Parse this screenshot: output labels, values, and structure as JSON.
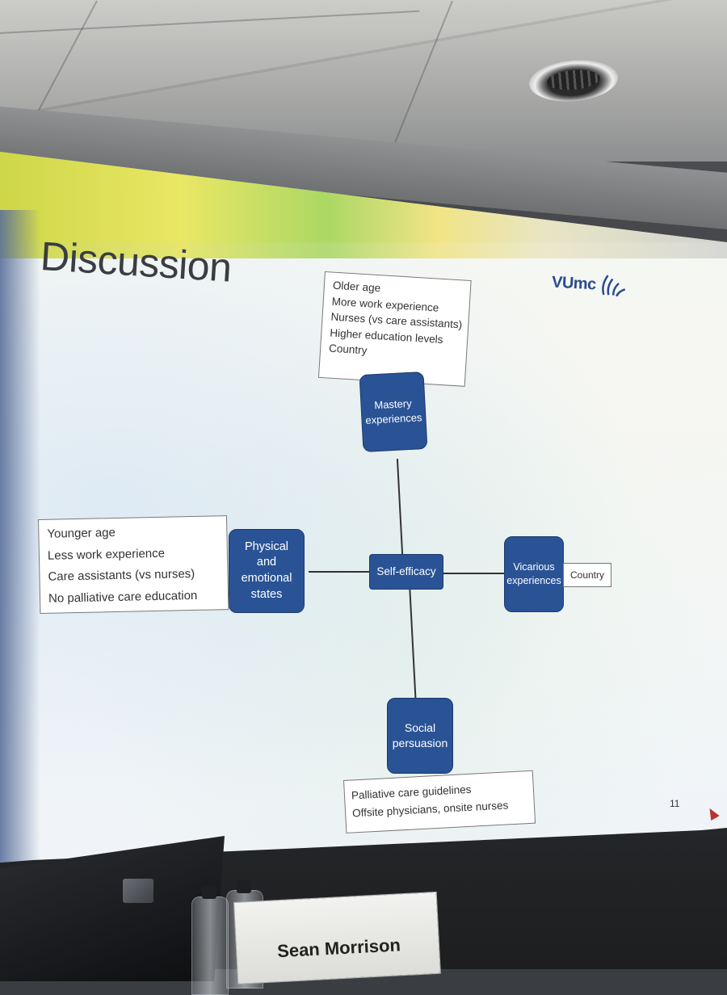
{
  "slide": {
    "title": "Discussion",
    "logo_text": "VUmc",
    "page_number": "11",
    "mastery_box": [
      "Older age",
      "More work experience",
      "Nurses (vs care assistants)",
      "Higher education levels",
      "Country"
    ],
    "physical_box": [
      "Younger age",
      "Less work experience",
      "Care assistants (vs nurses)",
      "No palliative care education"
    ],
    "social_box": [
      "Palliative care guidelines",
      "Offsite physicians, onsite nurses"
    ],
    "vicarious_tag": "Country",
    "nodes": {
      "mastery": "Mastery\nexperiences",
      "physical": "Physical\nand\nemotional\nstates",
      "center": "Self-efficacy",
      "vicarious": "Vicarious\nexperiences",
      "social": "Social\npersuasion"
    },
    "colors": {
      "node": "#2a5396",
      "title": "#3b3d42",
      "logo": "#2a4a8e"
    }
  },
  "foreground": {
    "nameplate": "Sean Morrison"
  }
}
